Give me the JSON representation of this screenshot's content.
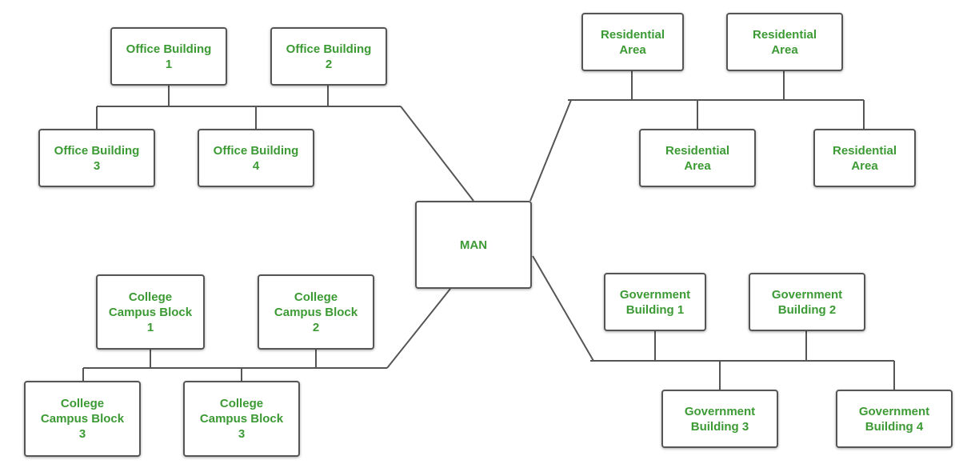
{
  "colors": {
    "label": "#3c9a34",
    "line": "#555555",
    "border": "#555555"
  },
  "nodes": {
    "man": "MAN",
    "office_1": "Office Building\n1",
    "office_2": "Office Building\n2",
    "office_3": "Office Building\n3",
    "office_4": "Office Building\n4",
    "residential_1": "Residential\nArea",
    "residential_2": "Residential\nArea",
    "residential_3": "Residential\nArea",
    "residential_4": "Residential\nArea",
    "college_1": "College\nCampus Block\n1",
    "college_2": "College\nCampus Block\n2",
    "college_3": "College\nCampus Block\n3",
    "college_4": "College\nCampus Block\n3",
    "government_1": "Government\nBuilding 1",
    "government_2": "Government\nBuilding 2",
    "government_3": "Government\nBuilding 3",
    "government_4": "Government\nBuilding 4"
  }
}
